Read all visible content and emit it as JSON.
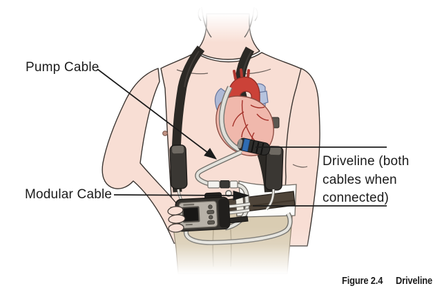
{
  "figure": {
    "caption_number": "Figure 2.4",
    "caption_title": "Driveline"
  },
  "annotations": {
    "pump_cable": {
      "label": "Pump Cable"
    },
    "modular_cable": {
      "label": "Modular Cable"
    },
    "driveline": {
      "label": "Driveline (both cables when connected)",
      "lines": [
        "Driveline (both",
        "cables when",
        "connected)"
      ]
    }
  },
  "illustration": {
    "subject": "Patient wearing ventricular assist device: implanted heart pump with driveline routed to a wearable controller clipped on a belt, shoulder harness with battery pouches",
    "colors": {
      "skin": "#f8ded4",
      "body_outline": "#3a3430",
      "harness_black": "#2c2925",
      "belt_brown": "#4e4439",
      "pants_khaki": "#d9ccb2",
      "heart_pink": "#f0b8ac",
      "aorta_red": "#cb4238",
      "vessel_blue": "#b3c0dc",
      "cable_gray": "#e4e3dd",
      "pump_band_blue": "#2f6cb3",
      "label_text": "#1b1b1b"
    }
  }
}
